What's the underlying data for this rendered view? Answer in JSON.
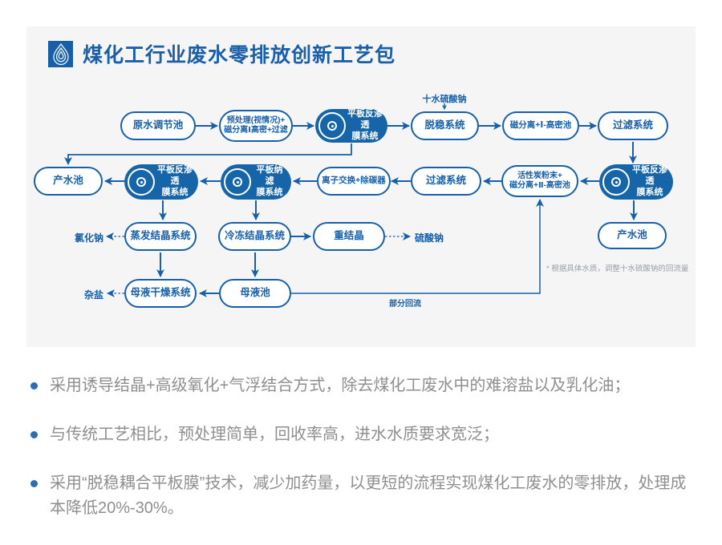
{
  "header": {
    "title": "煤化工行业废水零排放创新工艺包"
  },
  "colors": {
    "primary": "#1760a9",
    "node_fill": "#1565a8",
    "card_bg": "#f5f5f6",
    "gray_text": "#8f8f8f"
  },
  "diagram": {
    "nodes": {
      "raw_water_tank": {
        "label": "原水调节池"
      },
      "pretreatment": {
        "lines": [
          "预处理(视情况)+",
          "磁分离Ⅰ高密+过滤"
        ]
      },
      "flat_ro_1": {
        "lines": [
          "平板反渗透",
          "膜系统"
        ]
      },
      "destabilization": {
        "label": "脱稳系统"
      },
      "mag_sep_1": {
        "label": "磁分离+Ⅰ-高密池"
      },
      "filter_1": {
        "label": "过滤系统"
      },
      "product_tank_left": {
        "label": "产水池"
      },
      "flat_ro_2": {
        "lines": [
          "平板反渗透",
          "膜系统"
        ]
      },
      "flat_nf": {
        "lines": [
          "平板纳滤",
          "膜系统"
        ]
      },
      "ion_exchange": {
        "label": "离子交换+除碳器"
      },
      "filter_2": {
        "label": "过滤系统"
      },
      "activated_carbon": {
        "lines": [
          "活性炭粉末+",
          "磁分离+Ⅱ-高密池"
        ]
      },
      "flat_ro_3": {
        "lines": [
          "平板反渗透",
          "膜系统"
        ]
      },
      "product_tank_right": {
        "label": "产水池"
      },
      "evap_cryst": {
        "label": "蒸发结晶系统"
      },
      "freeze_cryst": {
        "label": "冷冻结晶系统"
      },
      "recryst": {
        "label": "重结晶"
      },
      "mother_liquor_dry": {
        "label": "母液干燥系统"
      },
      "mother_liquor_tank": {
        "label": "母液池"
      }
    },
    "labels": {
      "sodium_sulfate_decahydrate": "十水硫酸钠",
      "sodium_chloride": "氯化钠",
      "sodium_sulfate": "硫酸钠",
      "mixed_salt": "杂盐",
      "partial_reflux": "部分回流",
      "note": "* 根据具体水质，调整十水硫酸钠的回流量"
    }
  },
  "bullets": [
    "采用诱导结晶+高级氧化+气浮结合方式，除去煤化工废水中的难溶盐以及乳化油；",
    "与传统工艺相比，预处理简单，回收率高，进水水质要求宽泛；",
    "采用“脱稳耦合平板膜”技术，减少加药量，以更短的流程实现煤化工废水的零排放，处理成本降低20%-30%。"
  ]
}
